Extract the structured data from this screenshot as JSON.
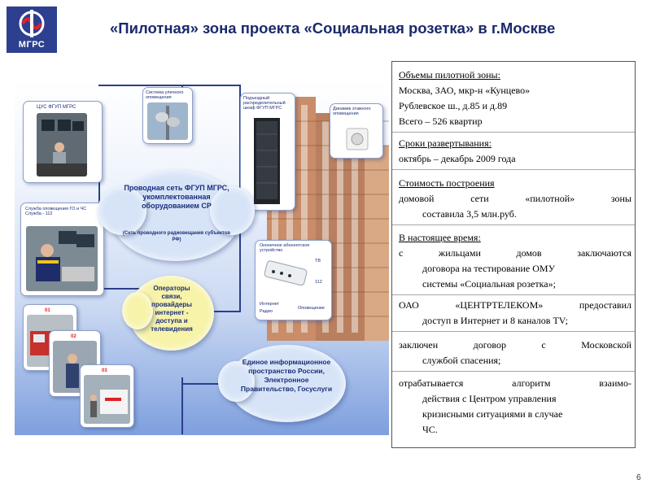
{
  "logo": {
    "text": "МГРС"
  },
  "title": "«Пилотная» зона проекта «Социальная розетка» в г.Москве",
  "diagram": {
    "card_cus": "ЦУС ФГУП МГРС",
    "card_sluzhba": "Служба оповещения  ГО и ЧС Служба - 112",
    "card_street": "Система уличного оповещения",
    "card_cabinet": "Подъездный распределительный шкаф ФГУП МГРС",
    "card_speaker": "Динамик этажного оповещения",
    "card_device": "Оконечное абонентское устройство",
    "device_tv": "ТВ",
    "device_112": "112",
    "device_internet": "Интернет",
    "device_radio": "Радио",
    "device_alert": "Оповещение",
    "badge_1": "01",
    "badge_2": "02",
    "badge_3": "03",
    "cloud_main": "Проводная сеть ФГУП МГРС, укомплектованная оборудованием СР",
    "cloud_main_sub": "(Сеть проводного радиовещания субъектов РФ)",
    "cloud_operators": "Операторы связи, провайдеры интернет - доступа и телевидения",
    "cloud_info": "Единое информационное пространство России, Электронное Правительство, Госуслуги"
  },
  "info": {
    "h1": "Объемы пилотной зоны:",
    "l1": "Москва, ЗАО, мкр-н «Кунцево»",
    "l2": "Рублевское ш., д.85 и д.89",
    "l3": "Всего – 526 квартир",
    "h2": "Сроки развертывания:",
    "l4": "октябрь  – декабрь 2009 года",
    "h3": "Стоимость построения",
    "c1": "домовой сети «пилотной» зоны",
    "c2": "составила 3,5 млн.руб.",
    "h4": "В настоящее время:",
    "n1a": "с жильцами домов заключаются",
    "n1b": "договора на тестирование ОМУ",
    "n1c": "системы «Социальная розетка»;",
    "n2a": "ОАО «ЦЕНТРТЕЛЕКОМ» предоставил",
    "n2b": "доступ в Интернет и 8 каналов TV;",
    "n3a": "заключен договор с Московской",
    "n3b": "службой спасения;",
    "n4a": "отрабатывается алгоритм взаимо-",
    "n4b": "действия с Центром управления",
    "n4c": "кризисными ситуациями в случае",
    "n4d": "ЧС."
  },
  "page_number": "6",
  "colors": {
    "title": "#1a2a6c",
    "logo_bg": "#2d3f8f",
    "cloud": "#d7e4f7",
    "cloud_yellow": "#f7f3a8"
  }
}
